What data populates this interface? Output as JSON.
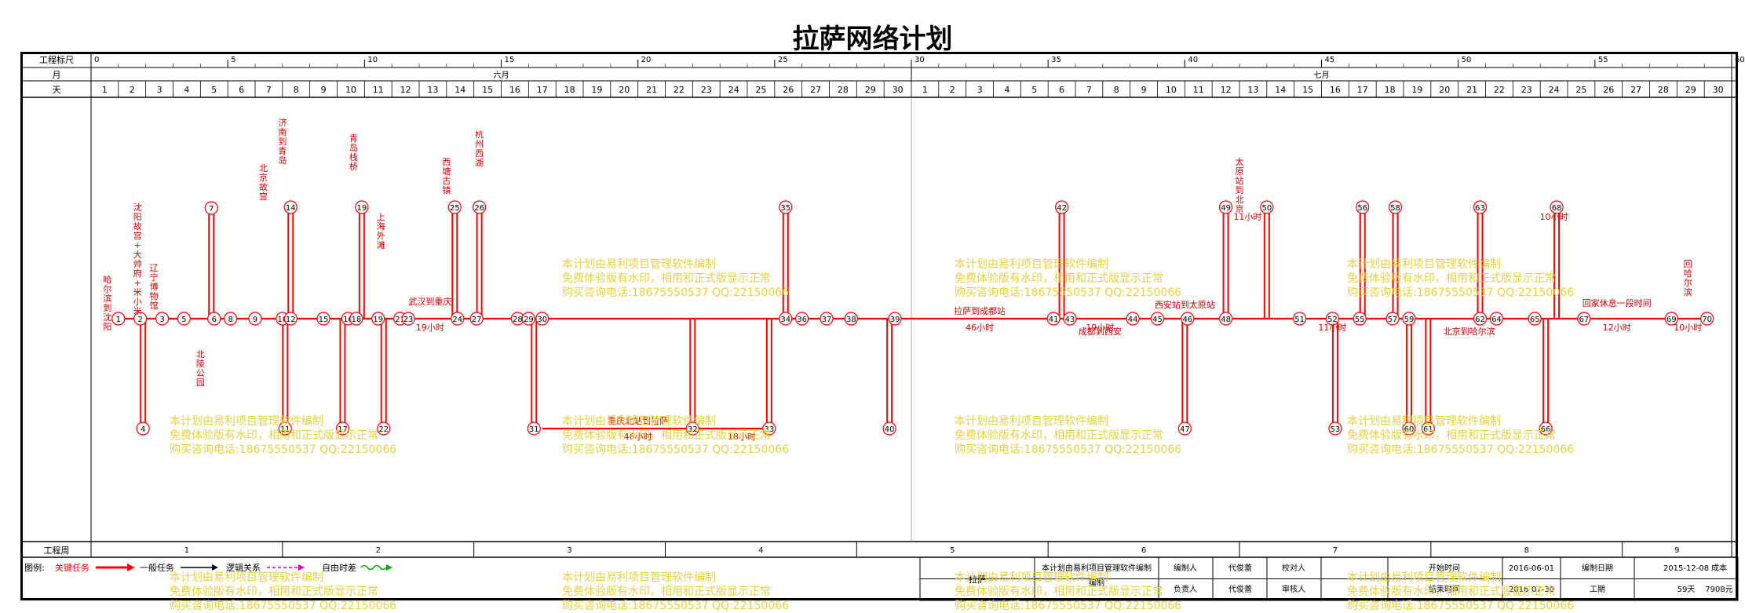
{
  "title": "拉萨网络计划",
  "header": {
    "row_labels": {
      "ticks": "工程标尺",
      "month": "月",
      "day": "天",
      "week": "工程周"
    },
    "tick_labels": [
      "0",
      "5",
      "10",
      "15",
      "20",
      "25",
      "30",
      "35",
      "40",
      "45",
      "50",
      "55",
      "60"
    ],
    "months": [
      "六月",
      "七月"
    ],
    "days": [
      "1",
      "2",
      "3",
      "4",
      "5",
      "6",
      "7",
      "8",
      "9",
      "10",
      "11",
      "12",
      "13",
      "14",
      "15",
      "16",
      "17",
      "18",
      "19",
      "20",
      "21",
      "22",
      "23",
      "24",
      "25",
      "26",
      "27",
      "28",
      "29",
      "30",
      "1",
      "2",
      "3",
      "4",
      "5",
      "6",
      "7",
      "8",
      "9",
      "10",
      "11",
      "12",
      "13",
      "14",
      "15",
      "16",
      "17",
      "18",
      "19",
      "20",
      "21",
      "22",
      "23",
      "24",
      "25",
      "26",
      "27",
      "28",
      "29",
      "30"
    ],
    "weeks": [
      "1",
      "2",
      "3",
      "4",
      "5",
      "6",
      "7",
      "8",
      "9"
    ]
  },
  "legend": {
    "label": "图例:",
    "critical": "关键任务",
    "normal": "一般任务",
    "logic": "逻辑关系",
    "float": "自由时差",
    "colors": {
      "critical": "#ff0000",
      "normal": "#000000",
      "logic": "#cc00cc",
      "float": "#00aa00"
    }
  },
  "footer": {
    "project": "拉萨",
    "made_by_label": "编制",
    "software": "本计划由易利项目管理软件编制",
    "editor_label": "编制人",
    "editor": "代俊蕾",
    "owner_label": "负责人",
    "owner": "代俊蕾",
    "checker_label": "校对人",
    "auditor_label": "审核人",
    "start_label": "开始时间",
    "start": "2016-06-01",
    "end_label": "结束时间",
    "end": "2016-07-30",
    "date_label": "编制日期",
    "date": "2015-12-08",
    "duration_label": "工期",
    "duration": "59天",
    "cost_label": "成本",
    "cost": "7908元"
  },
  "watermark": {
    "line1": "本计划由易利项目管理软件编制",
    "line2": "免费体验版有水印，相用和正式版显示正常",
    "line3": "购买咨询电话:18675550537 QQ:22150066"
  },
  "task_labels": {
    "t_harbin": "哈尔滨到沈阳",
    "t_shenyang": "沈阳故宫+大帅府+米小米",
    "t_liaoning": "辽宁博物馆",
    "t_beiling": "北陵公园",
    "t_bj1": "北京故宫",
    "t_jinan": "济南到青岛",
    "t_qingdao": "青岛栈桥",
    "t_shanghai": "上海外滩",
    "t_xitang": "西塘古镇",
    "t_hangzhou": "杭州西湖",
    "t_wuhan": "武汉到重庆",
    "t_chongqing": "重庆北站到拉萨",
    "t_lasa_cd": "拉萨到成都站",
    "t_cd_xa": "成都到西安",
    "t_xian": "西安站到太原站",
    "t_taiyuan": "太原站到北京",
    "t_bj2": "北京到哈尔滨",
    "t_home": "回家休息一段时间",
    "t_back": "回哈尔滨",
    "d_19h": "19小时",
    "d_46h": "46小时",
    "d_18h": "18小时",
    "d_11h": "11小时",
    "d_10h": "10小时",
    "d_12h": "12小时"
  }
}
